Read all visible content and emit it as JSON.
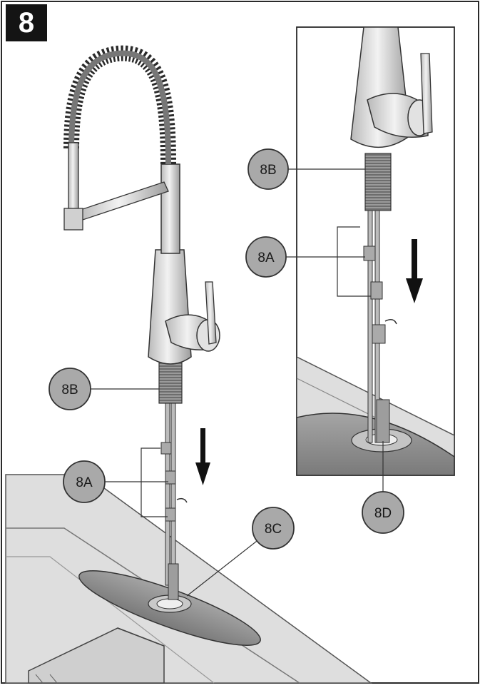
{
  "step": {
    "number": "8"
  },
  "callouts": {
    "main_8b": "8B",
    "main_8a": "8A",
    "main_8c": "8C",
    "inset_8b": "8B",
    "inset_8a": "8A",
    "inset_8d": "8D"
  },
  "colors": {
    "frame": "#2a2a2a",
    "callout_fill": "#a9a9a9",
    "countertop": "#dcdcdc",
    "deck_plate": "#8f8f8f",
    "arrow": "#111111"
  }
}
